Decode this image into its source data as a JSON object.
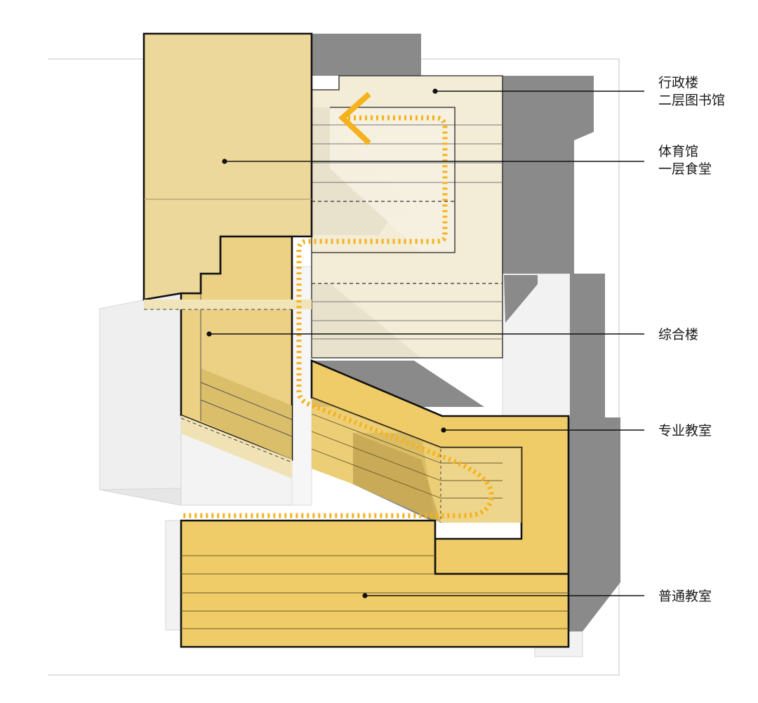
{
  "labels": [
    {
      "id": "admin",
      "lines": [
        "行政楼",
        "二层图书馆"
      ]
    },
    {
      "id": "gym",
      "lines": [
        "体育馆",
        "一层食堂"
      ]
    },
    {
      "id": "complex",
      "lines": [
        "综合楼"
      ]
    },
    {
      "id": "special",
      "lines": [
        "专业教室"
      ]
    },
    {
      "id": "general",
      "lines": [
        "普通教室"
      ]
    }
  ],
  "colors": {
    "shadow": "#8a8a8a",
    "ground": "#efefef",
    "pale": "#f2ead2",
    "light": "#ecd89b",
    "mid": "#ecd083",
    "strong": "#f0cc68",
    "path": "#f5b21c",
    "outline": "#111111"
  }
}
